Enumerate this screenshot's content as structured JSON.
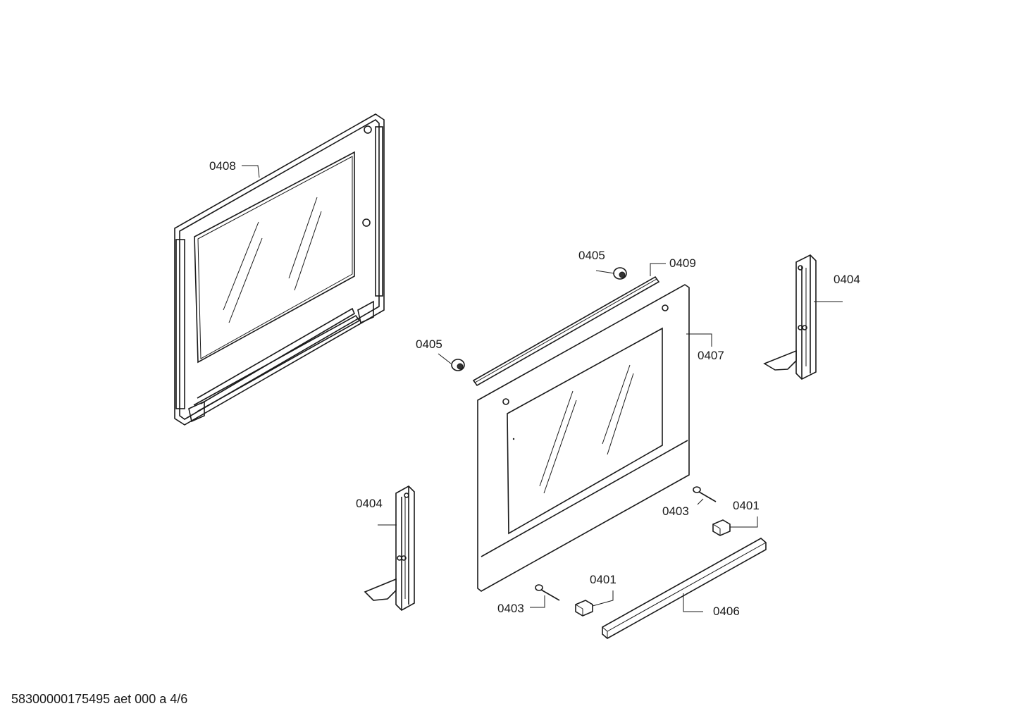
{
  "footer": {
    "text": "58300000175495 aet 000 a 4/6"
  },
  "callouts": [
    {
      "id": "label-0408",
      "text": "0408"
    },
    {
      "id": "label-0405-top",
      "text": "0405"
    },
    {
      "id": "label-0409",
      "text": "0409"
    },
    {
      "id": "label-0404-right",
      "text": "0404"
    },
    {
      "id": "label-0405-left",
      "text": "0405"
    },
    {
      "id": "label-0407",
      "text": "0407"
    },
    {
      "id": "label-0404-left",
      "text": "0404"
    },
    {
      "id": "label-0403-right",
      "text": "0403"
    },
    {
      "id": "label-0401-right",
      "text": "0401"
    },
    {
      "id": "label-0401-bottom",
      "text": "0401"
    },
    {
      "id": "label-0403-bottom",
      "text": "0403"
    },
    {
      "id": "label-0406",
      "text": "0406"
    }
  ]
}
